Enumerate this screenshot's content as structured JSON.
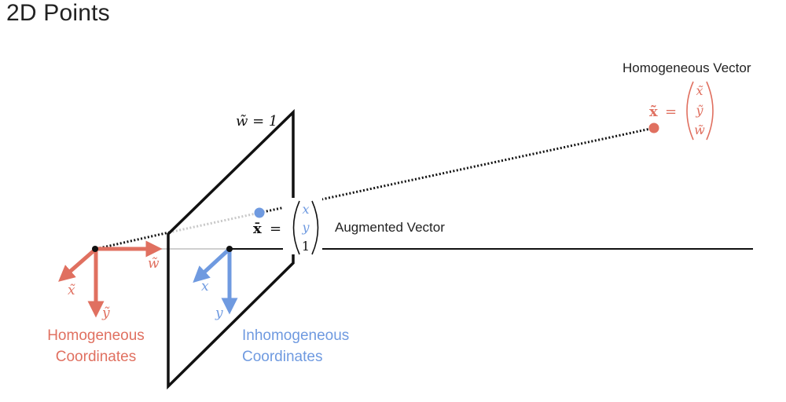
{
  "title": "2D Points",
  "colors": {
    "homogeneous": "#e07060",
    "inhomogeneous": "#6f9ae0",
    "dark": "#111111",
    "ray_light": "#c8c8c8",
    "axis_light": "#cfcfcf"
  },
  "plane": {
    "label": "w̃ = 1"
  },
  "homogeneous_vector": {
    "caption": "Homogeneous Vector",
    "symbol": "x̃",
    "equals": "=",
    "components": [
      "x̃",
      "ỹ",
      "w̃"
    ]
  },
  "augmented_vector": {
    "caption": "Augmented Vector",
    "symbol": "x̄",
    "equals": "=",
    "components": [
      "x",
      "y",
      "1"
    ]
  },
  "homogeneous_axes": {
    "w_label": "w̃",
    "x_label": "x̃",
    "y_label": "ỹ",
    "caption_line1": "Homogeneous",
    "caption_line2": "Coordinates"
  },
  "inhomogeneous_axes": {
    "x_label": "x",
    "y_label": "y",
    "caption_line1": "Inhomogeneous",
    "caption_line2": "Coordinates"
  }
}
